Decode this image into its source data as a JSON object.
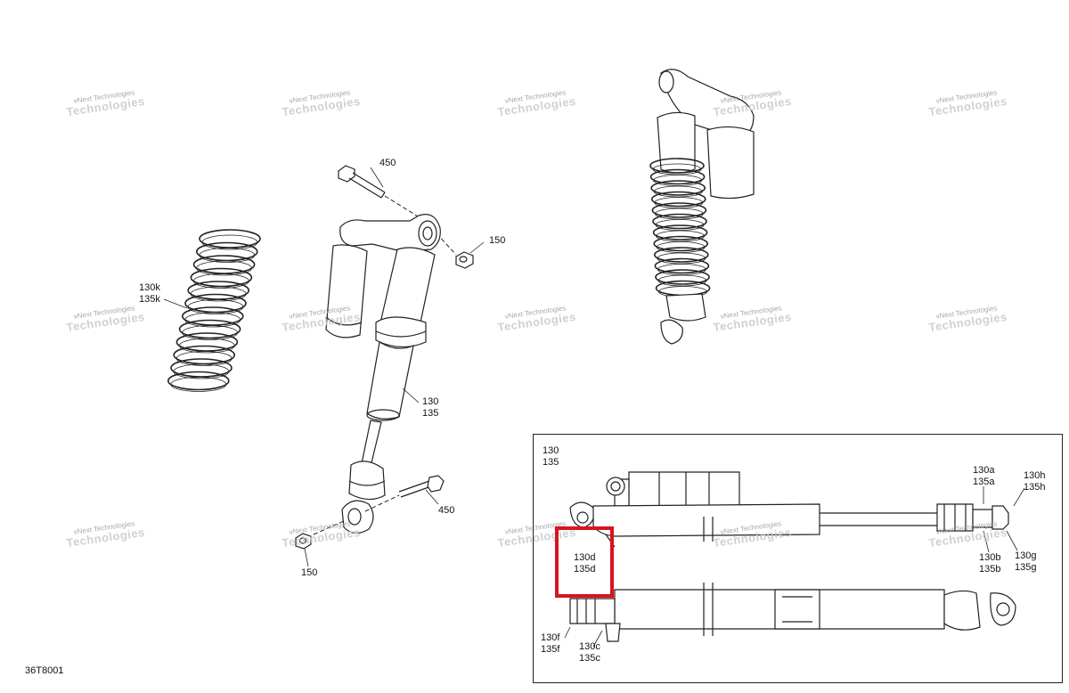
{
  "figure_code": "36T8001",
  "watermark": {
    "line1": "vNext Technologies",
    "line2": "Technologies"
  },
  "callouts": {
    "c450_top": "450",
    "c150_top": "150",
    "c130k": "130k\n135k",
    "c130": "130\n135",
    "c450_bot": "450",
    "c150_bot": "150",
    "inset_130": "130\n135",
    "c130a": "130a\n135a",
    "c130h": "130h\n135h",
    "c130d": "130d\n135d",
    "c130b": "130b\n135b",
    "c130g": "130g\n135g",
    "c130f": "130f\n135f",
    "c130c": "130c\n135c"
  },
  "colors": {
    "line": "#222222",
    "highlight": "#d7141f",
    "watermark": "#9a9a9a"
  },
  "icons": [
    "coil-spring-icon",
    "shock-absorber-icon",
    "bolt-icon",
    "nut-icon"
  ]
}
